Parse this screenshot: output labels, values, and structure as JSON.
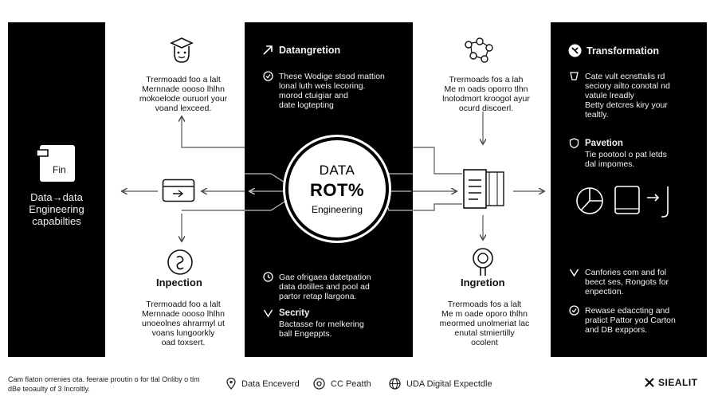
{
  "left_panel": {
    "doc_label": "Fin",
    "title": "Data→data\nEngineering\ncapabilties"
  },
  "top_left_text": "Trermoadd foo a lalt\nMernnade oooso lhlhn\nmokoelode ouruorl your\nvoand lexceed.",
  "inpection": {
    "label": "Inpection",
    "text": "Trermoadd foo a lalt\nMernnade oooso lhlhn\nunoeolnes ahrarmyl ut\nvoans lungoorkly\noad toxsert."
  },
  "middle_panel": {
    "heading": "Datangretion",
    "item1": "These Wodige stsod mattion\nlonal luth weis lecoring.\nmorod ctuigiar and\ndate logtepting",
    "item2": "Gae ofrigaea datetpation\ndata dotilles and pool ad\npartor retap llargona.",
    "item3_title": "Secrity",
    "item3": "Bactasse for melkering\nball Engeppts."
  },
  "center_circle": {
    "line1": "DATA",
    "line2": "ROT%",
    "line3": "Engineering"
  },
  "top_right_text": "Trermoads fos a lah\nMe m oads oporro tlhn\nlnolodmort kroogol ayur\nocurd discoerl.",
  "ingretion": {
    "label": "Ingretion",
    "text": "Trermoads fos a lalt\nMe m oade oporo thlhn\nmeormed unolmeriat lac\nenutal stmiertilly\nocolent"
  },
  "right_panel": {
    "heading": "Transformation",
    "item1": "Cate vult ecnsttalis rd\nseciory ailto conotal nd\nvatule lreadly\nBetty detcres kiry your\ntealtly.",
    "item2_title": "Pavetion",
    "item2": "Tie pootool o pat letds\ndal impomes.",
    "item3": "Canfories com and fol\nbeect ses, Rongots for\nenpection.",
    "item4": "Rewase edaccting and\npratict Pattor yod Carton\nand DB exppors."
  },
  "footer": {
    "note": "Cam flaton orrenies ota. feeraie proutin o for tlal Onliby o tlm\ndBe teoaulty of 3 Incroltly.",
    "legend": [
      "Data Enceverd",
      "CC Peatth",
      "UDA Digital Expectdle"
    ],
    "brand": "SIEALIT"
  }
}
